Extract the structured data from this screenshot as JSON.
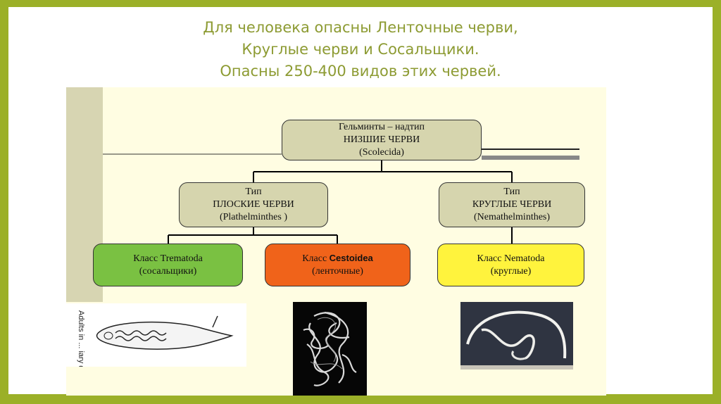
{
  "title": {
    "line1": "Для человека опасны Ленточные черви,",
    "line2": "Круглые черви и Сосальщики.",
    "line3": "Опасны 250-400 видов этих червей."
  },
  "diagram": {
    "root": {
      "line1": "Гельминты – надтип",
      "line2": "НИЗШИЕ ЧЕРВИ",
      "line3": "(Scolecida)"
    },
    "flat": {
      "line1": "Тип",
      "line2": "ПЛОСКИЕ ЧЕРВИ",
      "line3": "(Plathelminthes )"
    },
    "round": {
      "line1": "Тип",
      "line2": "КРУГЛЫЕ ЧЕРВИ",
      "line3": "(Nemathelminthes)"
    },
    "trematoda": {
      "line1": "Класс Trematoda",
      "line2": "(сосальщики)"
    },
    "cestoidea": {
      "prefix": "Класс ",
      "name": "Cestoidea",
      "line2": "(ленточные)"
    },
    "nematoda": {
      "line1": "Класс Nematoda",
      "line2": "(круглые)"
    }
  },
  "images": {
    "fluke_caption": "Adults in ... iary duct"
  },
  "colors": {
    "frame": "#9bb028",
    "title": "#8d9b33",
    "trematoda": "#7ac142",
    "cestoidea": "#f0631a",
    "nematoda": "#fff33d",
    "type_box": "#d6d5ae"
  }
}
